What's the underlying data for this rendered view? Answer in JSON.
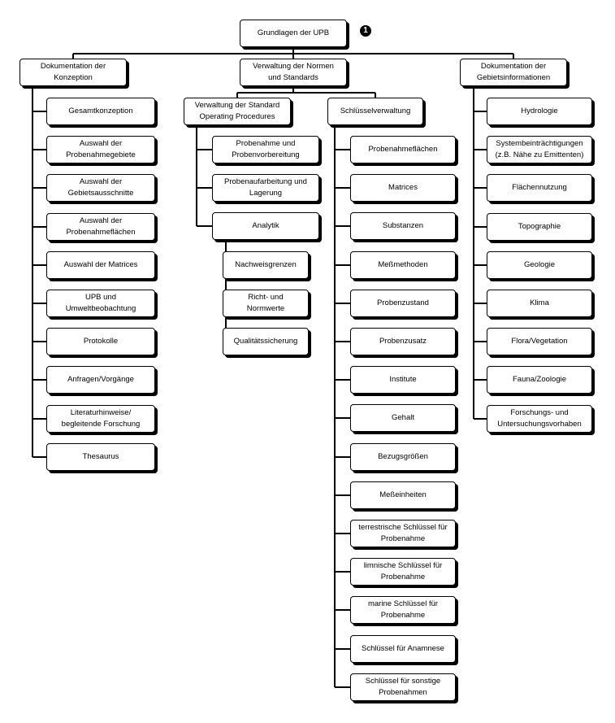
{
  "root": {
    "label": "Grundlagen der UPB",
    "badge": "1"
  },
  "columns": [
    {
      "label": "Dokumentation der\nKonzeption",
      "items": [
        "Gesamtkonzeption",
        "Auswahl der\nProbenahmegebiete",
        "Auswahl der\nGebietsausschnitte",
        "Auswahl der\nProbenahmeflächen",
        "Auswahl der Matrices",
        "UPB und\nUmweltbeobachtung",
        "Protokolle",
        "Anfragen/Vorgänge",
        "Literaturhinweise/\nbegleitende Forschung",
        "Thesaurus"
      ]
    },
    {
      "label": "Verwaltung der Normen\nund Standards",
      "sop": {
        "label": "Verwaltung der Standard\nOperating Procedures",
        "items": [
          "Probenahme und\nProbenvorbereitung",
          "Probenaufarbeitung und\nLagerung",
          "Analytik"
        ],
        "analytik_items": [
          "Nachweisgrenzen",
          "Richt- und\nNormwerte",
          "Qualitätssicherung"
        ]
      },
      "keys": {
        "label": "Schlüsselverwaltung",
        "items": [
          "Probenahmeflächen",
          "Matrices",
          "Substanzen",
          "Meßmethoden",
          "Probenzustand",
          "Probenzusatz",
          "Institute",
          "Gehalt",
          "Bezugsgrößen",
          "Meßeinheiten",
          "terrestrische Schlüssel für\nProbenahme",
          "limnische Schlüssel für\nProbenahme",
          "marine Schlüssel für\nProbenahme",
          "Schlüssel für Anamnese",
          "Schlüssel für sonstige\nProbenahmen"
        ]
      }
    },
    {
      "label": "Dokumentation der\nGebietsinformationen",
      "items": [
        "Hydrologie",
        "Systembeinträchtigungen\n(z.B. Nähe zu Emittenten)",
        "Flächennutzung",
        "Topographie",
        "Geologie",
        "Klima",
        "Flora/Vegetation",
        "Fauna/Zoologie",
        "Forschungs- und\nUntersuchungsvorhaben"
      ]
    }
  ]
}
